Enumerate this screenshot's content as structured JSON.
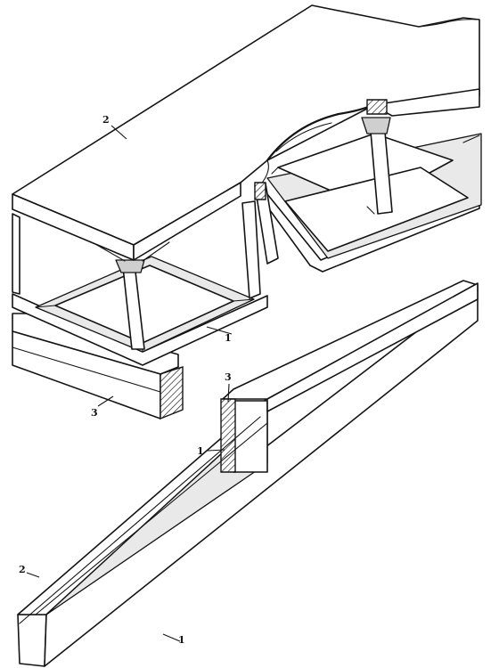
{
  "callouts": {
    "top_slab": "2",
    "top_frame": "1",
    "top_beam": "3",
    "beam_section_top": "3",
    "beam_section_side": "1",
    "beam_bottom_left": "2",
    "beam_bottom_right": "1"
  }
}
